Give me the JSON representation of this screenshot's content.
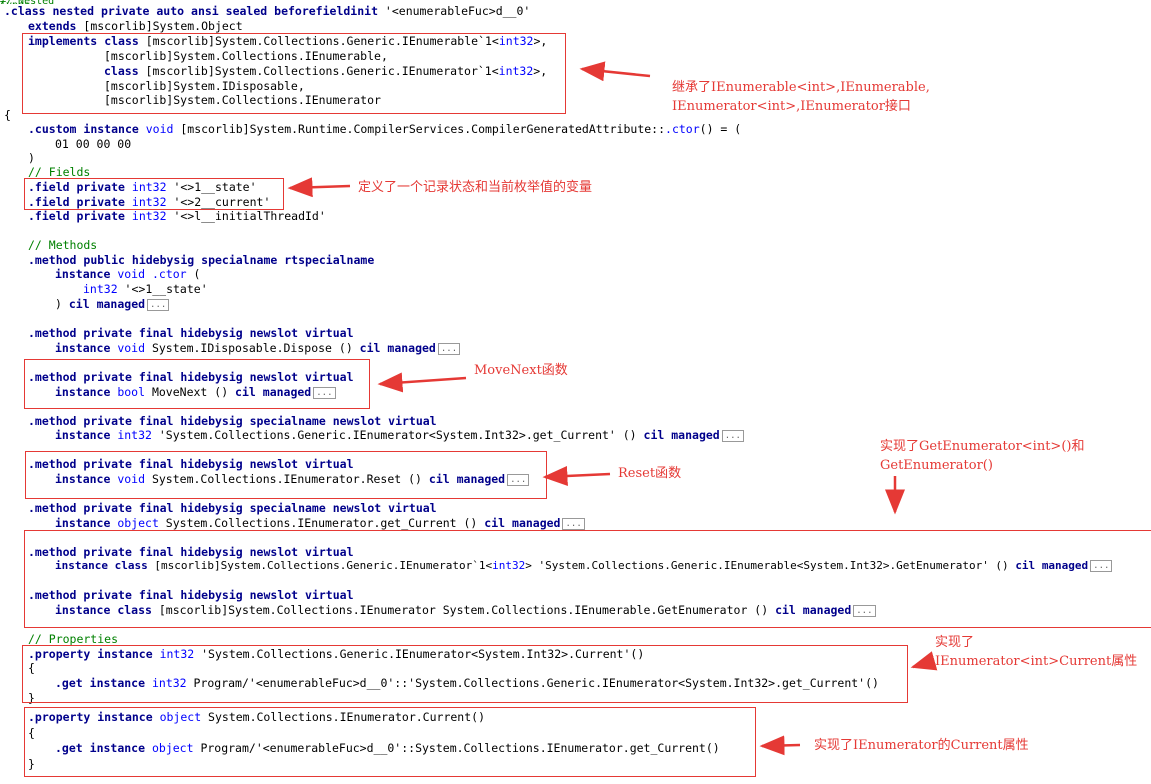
{
  "code": {
    "l0": ".class nested private auto ansi sealed beforefieldinit '<enumerableFuc>d__0'",
    "l1": "extends [mscorlib]System.Object",
    "l2": "implements class [mscorlib]System.Collections.Generic.IEnumerable`1<int32>,",
    "l3": "[mscorlib]System.Collections.IEnumerable,",
    "l4": "class [mscorlib]System.Collections.Generic.IEnumerator`1<int32>,",
    "l5": "[mscorlib]System.IDisposable,",
    "l6": "[mscorlib]System.Collections.IEnumerator",
    "l7": "{",
    "l8": ".custom instance void [mscorlib]System.Runtime.CompilerServices.CompilerGeneratedAttribute::.ctor() = (",
    "l9": "01 00 00 00",
    "l10": ")",
    "l11": "// Fields",
    "l12": ".field private int32 '<>1__state'",
    "l13": ".field private int32 '<>2__current'",
    "l14": ".field private int32 '<>l__initialThreadId'",
    "l15": "// Methods",
    "l16": ".method public hidebysig specialname rtspecialname",
    "l17": "instance void .ctor (",
    "l18": "int32 '<>1__state'",
    "l19": ") cil managed",
    "l20": ".method private final hidebysig newslot virtual",
    "l21": "instance void System.IDisposable.Dispose () cil managed",
    "l22": ".method private final hidebysig newslot virtual",
    "l23": "instance bool MoveNext () cil managed",
    "l24": ".method private final hidebysig specialname newslot virtual",
    "l25": "instance int32 'System.Collections.Generic.IEnumerator<System.Int32>.get_Current' () cil managed",
    "l26": ".method private final hidebysig newslot virtual",
    "l27": "instance void System.Collections.IEnumerator.Reset () cil managed",
    "l28": ".method private final hidebysig specialname newslot virtual",
    "l29": "instance object System.Collections.IEnumerator.get_Current () cil managed",
    "l30": ".method private final hidebysig newslot virtual",
    "l31": "instance class [mscorlib]System.Collections.Generic.IEnumerator`1<int32> 'System.Collections.Generic.IEnumerable<System.Int32>.GetEnumerator' () cil managed",
    "l32": ".method private final hidebysig newslot virtual",
    "l33": "instance class [mscorlib]System.Collections.IEnumerator System.Collections.IEnumerable.GetEnumerator () cil managed",
    "l34": "// Properties",
    "l35": ".property instance int32 'System.Collections.Generic.IEnumerator<System.Int32>.Current'()",
    "l36": "{",
    "l37": ".get instance int32 Program/'<enumerableFuc>d__0'::'System.Collections.Generic.IEnumerator<System.Int32>.get_Current'()",
    "l38": "}",
    "l39": ".property instance object System.Collections.IEnumerator.Current()",
    "l40": "{",
    "l41": ".get instance object Program/'<enumerableFuc>d__0'::System.Collections.IEnumerator.get_Current()",
    "l42": "}"
  },
  "ellipsis": "...",
  "annotations": {
    "interfaces": "继承了IEnumerable<int>,IEnumerable,\nIEnumerator<int>,IEnumerator接口",
    "fields": "定义了一个记录状态和当前枚举值的变量",
    "movenext": "MoveNext函数",
    "reset": "Reset函数",
    "getenum": "实现了GetEnumerator<int>()和\nGetEnumerator()",
    "current_generic": "实现了\nIEnumerator<int>Current属性",
    "current": "实现了IEnumerator的Current属性"
  },
  "colors": {
    "annotation": "#e53935",
    "keyword": "#00008b",
    "comment": "#008000"
  }
}
